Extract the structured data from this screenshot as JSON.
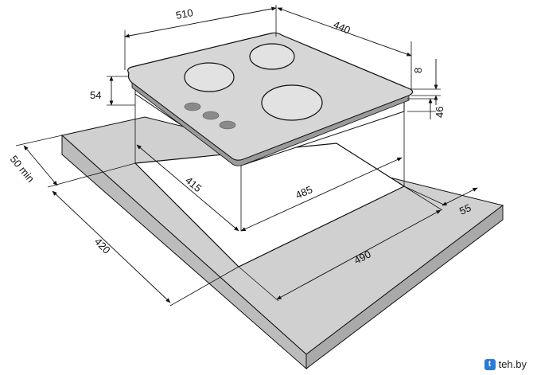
{
  "dimensions": {
    "top_width": "510",
    "top_depth": "440",
    "glass_thickness": "8",
    "total_height": "54",
    "body_height": "46",
    "side_clearance": "50 min",
    "cutout_depth_left": "415",
    "cutout_width": "485",
    "front_clearance": "55",
    "countertop_depth": "420",
    "countertop_width": "490"
  },
  "colors": {
    "worktop": "#cfcfcf",
    "worktop_side": "#bdbdbd",
    "hob_glass": "#d6d6d6",
    "burner_fill": "#e2e2e2",
    "knob": "#8a8a8a",
    "line": "#111111"
  },
  "watermark": {
    "text": "teh.by",
    "icon": "teh-logo-icon"
  }
}
